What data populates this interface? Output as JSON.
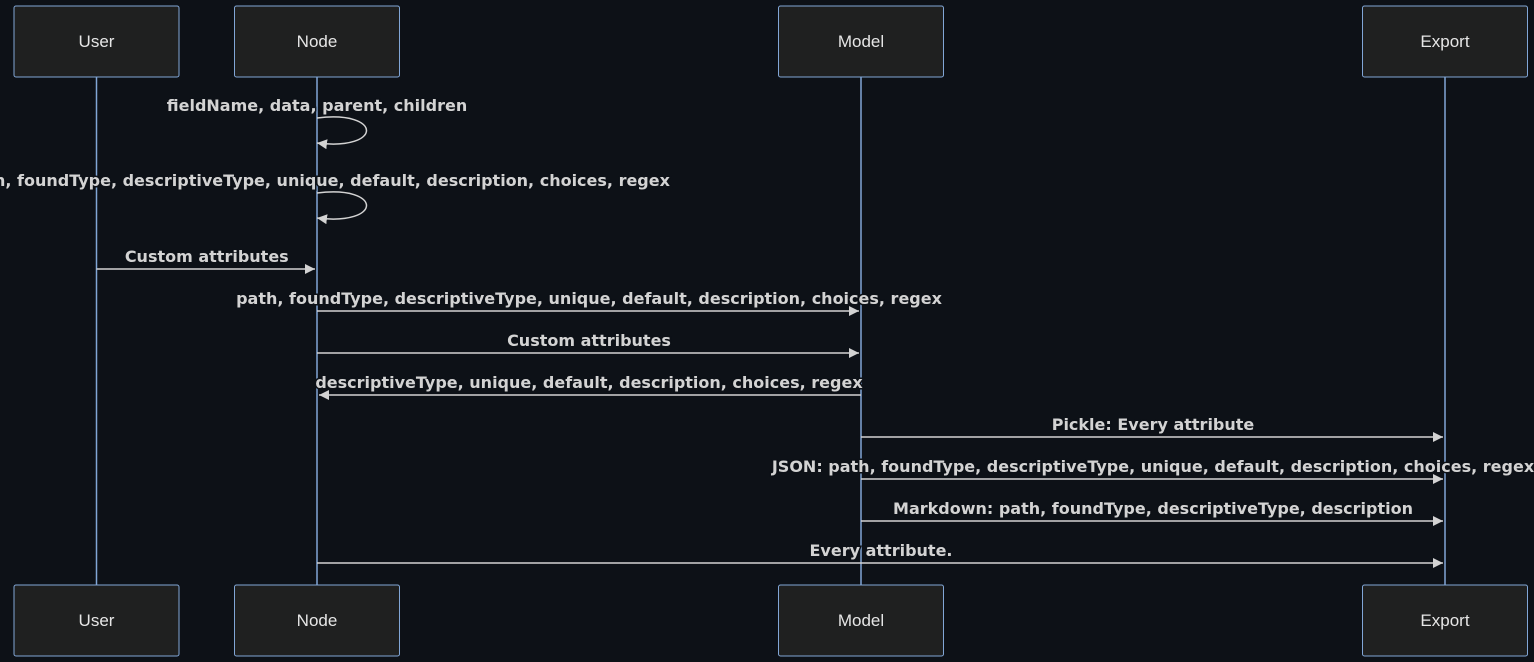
{
  "actors": [
    {
      "id": "user",
      "label": "User"
    },
    {
      "id": "node",
      "label": "Node"
    },
    {
      "id": "model",
      "label": "Model"
    },
    {
      "id": "export",
      "label": "Export"
    }
  ],
  "messages": [
    {
      "from": "node",
      "to": "node",
      "text": "fieldName, data, parent, children"
    },
    {
      "from": "node",
      "to": "node",
      "text": "path, foundType, descriptiveType, unique, default, description, choices, regex"
    },
    {
      "from": "user",
      "to": "node",
      "text": "Custom attributes"
    },
    {
      "from": "node",
      "to": "model",
      "text": "path, foundType, descriptiveType, unique, default, description, choices, regex"
    },
    {
      "from": "node",
      "to": "model",
      "text": "Custom attributes"
    },
    {
      "from": "model",
      "to": "node",
      "text": "descriptiveType, unique, default, description, choices, regex"
    },
    {
      "from": "model",
      "to": "export",
      "text": "Pickle: Every attribute"
    },
    {
      "from": "model",
      "to": "export",
      "text": "JSON: path, foundType, descriptiveType, unique, default, description, choices, regex"
    },
    {
      "from": "model",
      "to": "export",
      "text": "Markdown: path, foundType, descriptiveType, description"
    },
    {
      "from": "node",
      "to": "export",
      "text": "Every attribute."
    }
  ],
  "colors": {
    "background": "#0d1117",
    "actor_fill": "#1f2020",
    "actor_border": "#81a6d6",
    "lifeline": "#81a6d6",
    "message": "#d3d3d3"
  }
}
